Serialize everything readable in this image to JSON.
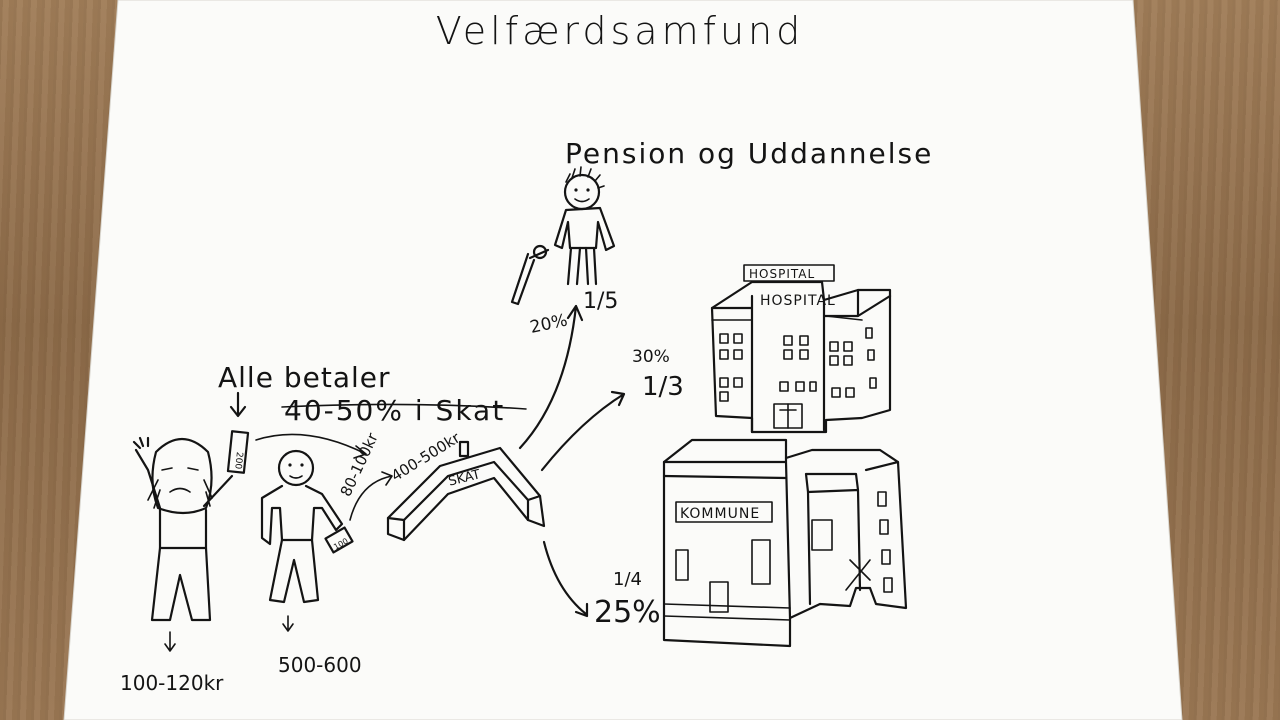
{
  "title": "Velfærdsamfund",
  "pension_label": "Pension og Uddannelse",
  "alle_betaler": "Alle betaler",
  "tax_rate": "40-50% i Skat",
  "amount_small_arrow": "80-100kr",
  "amount_mid_arrow": "400-500kr",
  "note_200": "200",
  "note_100": "100",
  "skat_label": "SKAT",
  "share_pension_pct": "20%",
  "share_pension_frac": "1/5",
  "share_hospital_pct": "30%",
  "share_hospital_frac": "1/3",
  "share_kommune_frac": "1/4",
  "share_kommune_pct": "25%",
  "hospital_sign": "HOSPITAL",
  "hospital_wall": "HOSPITAL",
  "kommune_sign": "KOMMUNE",
  "income_person1": "100-120kr",
  "income_person2": "500-600"
}
